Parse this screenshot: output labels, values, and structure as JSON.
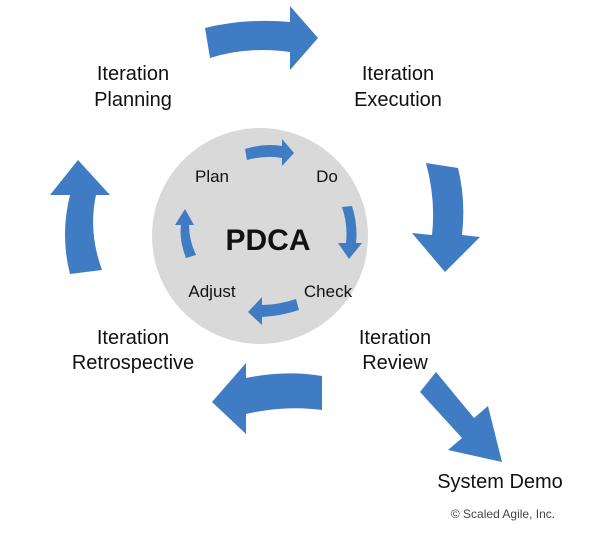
{
  "colors": {
    "arrow": "#3f7cc3",
    "circle": "#d9d9d9",
    "text": "#111111"
  },
  "center": {
    "title": "PDCA",
    "steps": {
      "plan": "Plan",
      "do": "Do",
      "check": "Check",
      "adjust": "Adjust"
    }
  },
  "outer": {
    "planning": [
      "Iteration",
      "Planning"
    ],
    "execution": [
      "Iteration",
      "Execution"
    ],
    "review": [
      "Iteration",
      "Review"
    ],
    "retrospective": [
      "Iteration",
      "Retrospective"
    ],
    "demo": "System Demo"
  },
  "copyright": "© Scaled Agile, Inc."
}
